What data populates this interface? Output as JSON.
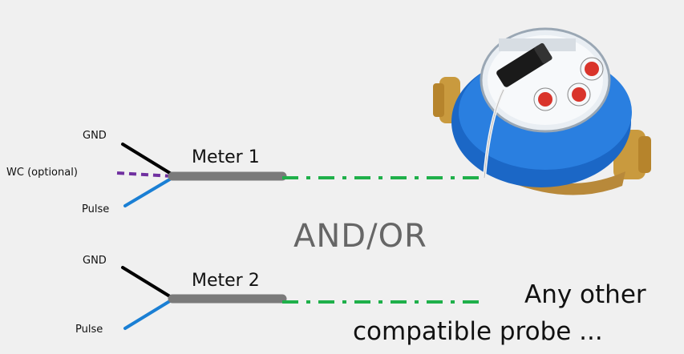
{
  "meter1": {
    "gnd": "GND",
    "wc": "WC (optional)",
    "pulse": "Pulse",
    "name": "Meter 1"
  },
  "meter2": {
    "gnd": "GND",
    "pulse": "Pulse",
    "name": "Meter 2"
  },
  "separator": "AND/OR",
  "note_line1": "Any other",
  "note_line2": "compatible probe ...",
  "colors": {
    "background": "#f0f0f0",
    "gnd_wire": "#000000",
    "wc_wire": "#7030a0",
    "pulse_wire": "#1a7fd4",
    "cable": "#7a7a7a",
    "dash": "#1fb04a",
    "meter_body": "#1b67c6",
    "brass": "#c99a3e"
  },
  "icons": {
    "meter_image": "water-meter-with-probe"
  }
}
